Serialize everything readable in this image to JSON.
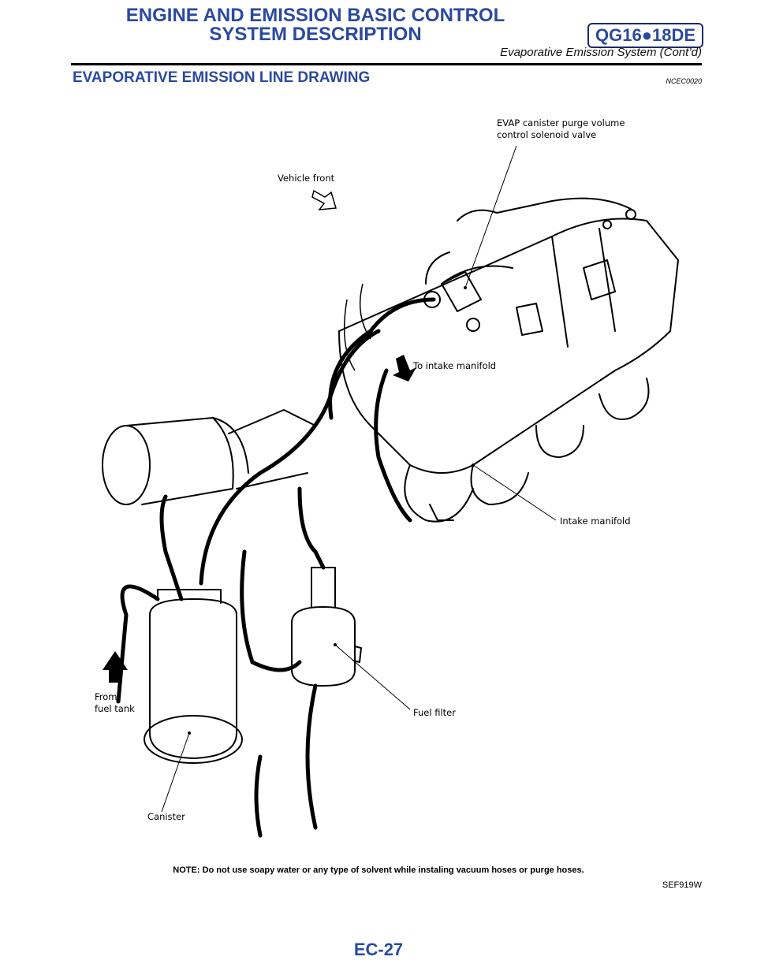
{
  "header": {
    "title_line1": "ENGINE AND EMISSION BASIC CONTROL",
    "title_line2": "SYSTEM DESCRIPTION",
    "model_badge": "QG16●18DE",
    "subtitle": "Evaporative Emission System (Cont’d)"
  },
  "section": {
    "title": "EVAPORATIVE EMISSION LINE DRAWING",
    "code": "NCEC0020"
  },
  "callouts": {
    "purge_valve_line1": "EVAP canister purge volume",
    "purge_valve_line2": "control solenoid valve",
    "vehicle_front": "Vehicle front",
    "to_intake": "To intake manifold",
    "intake_manifold": "Intake manifold",
    "from_tank_line1": "From",
    "from_tank_line2": "fuel tank",
    "fuel_filter": "Fuel filter",
    "canister": "Canister"
  },
  "note": "NOTE: Do not use soapy water or any type of solvent while instaling vacuum hoses or purge hoses.",
  "figure_id": "SEF919W",
  "page_number": "EC-27",
  "colors": {
    "heading_blue": "#2b4a9e",
    "badge_border": "#1a2a6e"
  }
}
